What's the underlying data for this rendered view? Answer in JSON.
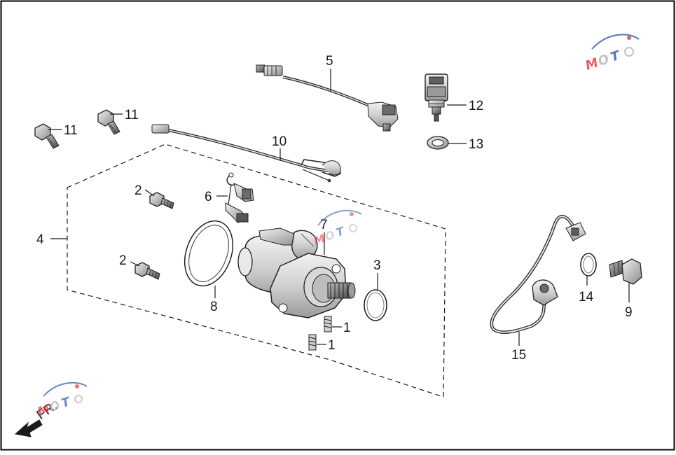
{
  "diagram": {
    "frame_color": "#000000",
    "line_color": "#1a1a1a",
    "part_fill": "#e8e8e8",
    "part_dark": "#7a7a7a",
    "callouts": [
      {
        "id": "c1a",
        "label": "1"
      },
      {
        "id": "c1b",
        "label": "1"
      },
      {
        "id": "c2a",
        "label": "2"
      },
      {
        "id": "c2b",
        "label": "2"
      },
      {
        "id": "c3",
        "label": "3"
      },
      {
        "id": "c4",
        "label": "4"
      },
      {
        "id": "c5",
        "label": "5"
      },
      {
        "id": "c6",
        "label": "6"
      },
      {
        "id": "c7",
        "label": "7"
      },
      {
        "id": "c8",
        "label": "8"
      },
      {
        "id": "c9",
        "label": "9"
      },
      {
        "id": "c10",
        "label": "10"
      },
      {
        "id": "c11a",
        "label": "11"
      },
      {
        "id": "c11b",
        "label": "11"
      },
      {
        "id": "c12",
        "label": "12"
      },
      {
        "id": "c13",
        "label": "13"
      },
      {
        "id": "c14",
        "label": "14"
      },
      {
        "id": "c15",
        "label": "15"
      }
    ],
    "direction_indicator": {
      "label": "FR.",
      "icon": "arrow-icon"
    },
    "watermark": {
      "letters": "MOTO",
      "color_red": "#e0393e",
      "color_blue": "#2a55b0",
      "color_grey": "#b5b5b5"
    }
  }
}
